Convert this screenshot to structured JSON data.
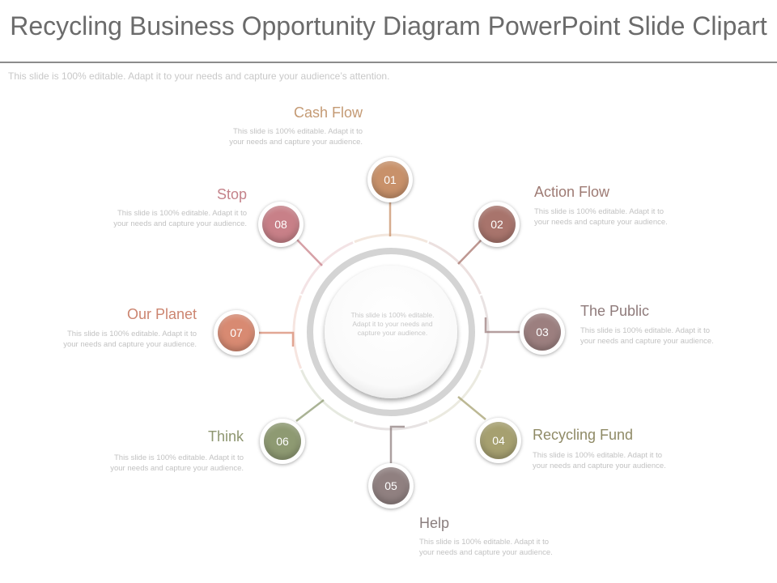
{
  "title": "Recycling Business Opportunity Diagram PowerPoint Slide Clipart",
  "subtitle": "This slide is 100% editable. Adapt it to your needs and capture your audience’s attention.",
  "center_text": "This slide is 100% editable. Adapt it to your needs and capture your audience.",
  "items": [
    {
      "number": "01",
      "label": "Cash Flow",
      "desc": "This slide is 100% editable. Adapt it to your needs and capture your audience.",
      "color": "#c8916a",
      "label_color": "#c49a74"
    },
    {
      "number": "02",
      "label": "Action Flow",
      "desc": "This slide is 100% editable. Adapt it to your needs and capture your audience.",
      "color": "#a8746c",
      "label_color": "#9e7b74"
    },
    {
      "number": "03",
      "label": "The Public",
      "desc": "This slide is 100% editable. Adapt it to your needs and capture your audience.",
      "color": "#9c7f7f",
      "label_color": "#8f7b7b"
    },
    {
      "number": "04",
      "label": "Recycling Fund",
      "desc": "This slide is 100% editable. Adapt it to your needs and capture your audience.",
      "color": "#a6a070",
      "label_color": "#8f8a66"
    },
    {
      "number": "05",
      "label": "Help",
      "desc": "This slide is 100% editable. Adapt it to your needs and capture your audience.",
      "color": "#908080",
      "label_color": "#8a7e7e"
    },
    {
      "number": "06",
      "label": "Think",
      "desc": "This slide is 100% editable. Adapt it to your needs and capture your audience.",
      "color": "#8e9a72",
      "label_color": "#8e9670"
    },
    {
      "number": "07",
      "label": "Our Planet",
      "desc": "This slide is 100% editable. Adapt it to your needs and capture your audience.",
      "color": "#d88a72",
      "label_color": "#cc8570"
    },
    {
      "number": "08",
      "label": "Stop",
      "desc": "This slide is 100% editable. Adapt it to your needs and capture your audience.",
      "color": "#c88088",
      "label_color": "#c4828a"
    }
  ]
}
